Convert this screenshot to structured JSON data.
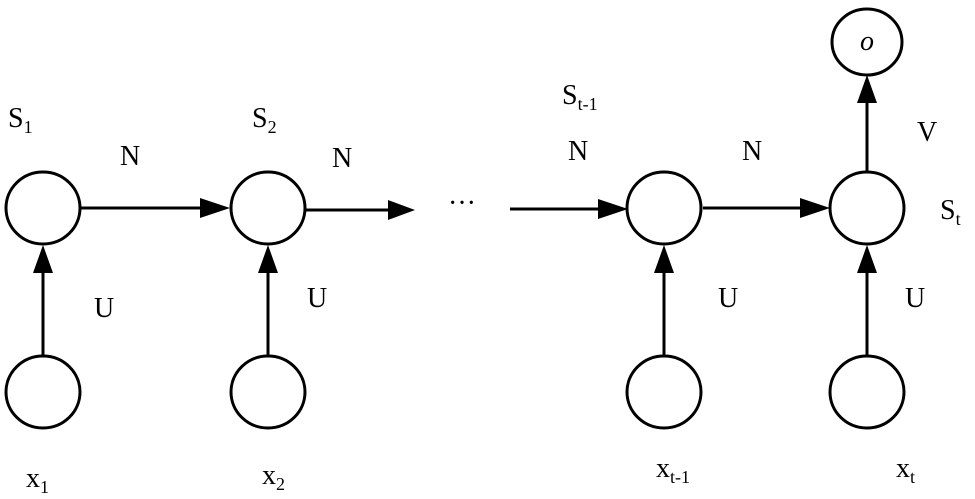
{
  "diagram": {
    "weights": {
      "recurrent": "N",
      "input": "U",
      "output": "V"
    },
    "states": [
      {
        "base": "S",
        "sub": "1"
      },
      {
        "base": "S",
        "sub": "2"
      },
      {
        "base": "S",
        "sub": "t-1"
      },
      {
        "base": "S",
        "sub": "t"
      }
    ],
    "inputs": [
      {
        "base": "x",
        "sub": "1"
      },
      {
        "base": "x",
        "sub": "2"
      },
      {
        "base": "x",
        "sub": "t-1"
      },
      {
        "base": "x",
        "sub": "t"
      }
    ],
    "output_node": "o",
    "ellipsis": "···"
  }
}
